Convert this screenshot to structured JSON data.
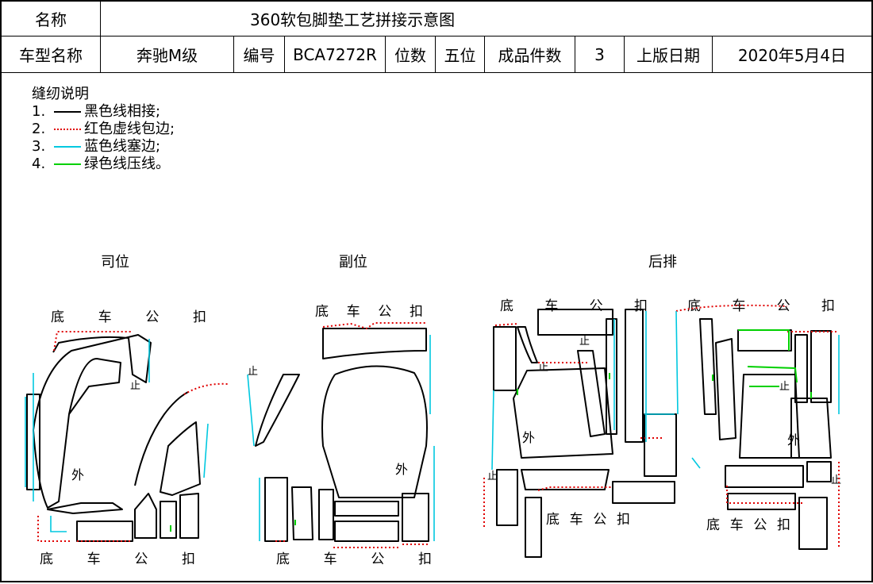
{
  "header": {
    "name_label": "名称",
    "title": "360软包脚垫工艺拼接示意图",
    "model_label": "车型名称",
    "model_value": "奔驰M级",
    "code_label": "编号",
    "code_value": "BCA7272R",
    "seats_label": "位数",
    "seats_value": "五位",
    "pieces_label": "成品件数",
    "pieces_value": "3",
    "date_label": "上版日期",
    "date_value": "2020年5月4日"
  },
  "legend": {
    "title": "缝纫说明",
    "items": [
      {
        "num": "1.",
        "text": "黑色线相接;",
        "color": "#000000",
        "style": "solid"
      },
      {
        "num": "2.",
        "text": "红色虚线包边;",
        "color": "#e00000",
        "style": "dotted"
      },
      {
        "num": "3.",
        "text": "蓝色线塞边;",
        "color": "#00c8e0",
        "style": "solid"
      },
      {
        "num": "4.",
        "text": "绿色线压线。",
        "color": "#00d000",
        "style": "solid"
      }
    ]
  },
  "sections": {
    "driver": "司位",
    "passenger": "副位",
    "rear": "后排"
  },
  "captions": {
    "bottom_buckle": [
      "底",
      "车",
      "公",
      "扣"
    ],
    "outer": "外",
    "stop": "止"
  },
  "colors": {
    "black": "#000000",
    "red": "#e00000",
    "cyan": "#00c8e0",
    "green": "#00d000"
  }
}
